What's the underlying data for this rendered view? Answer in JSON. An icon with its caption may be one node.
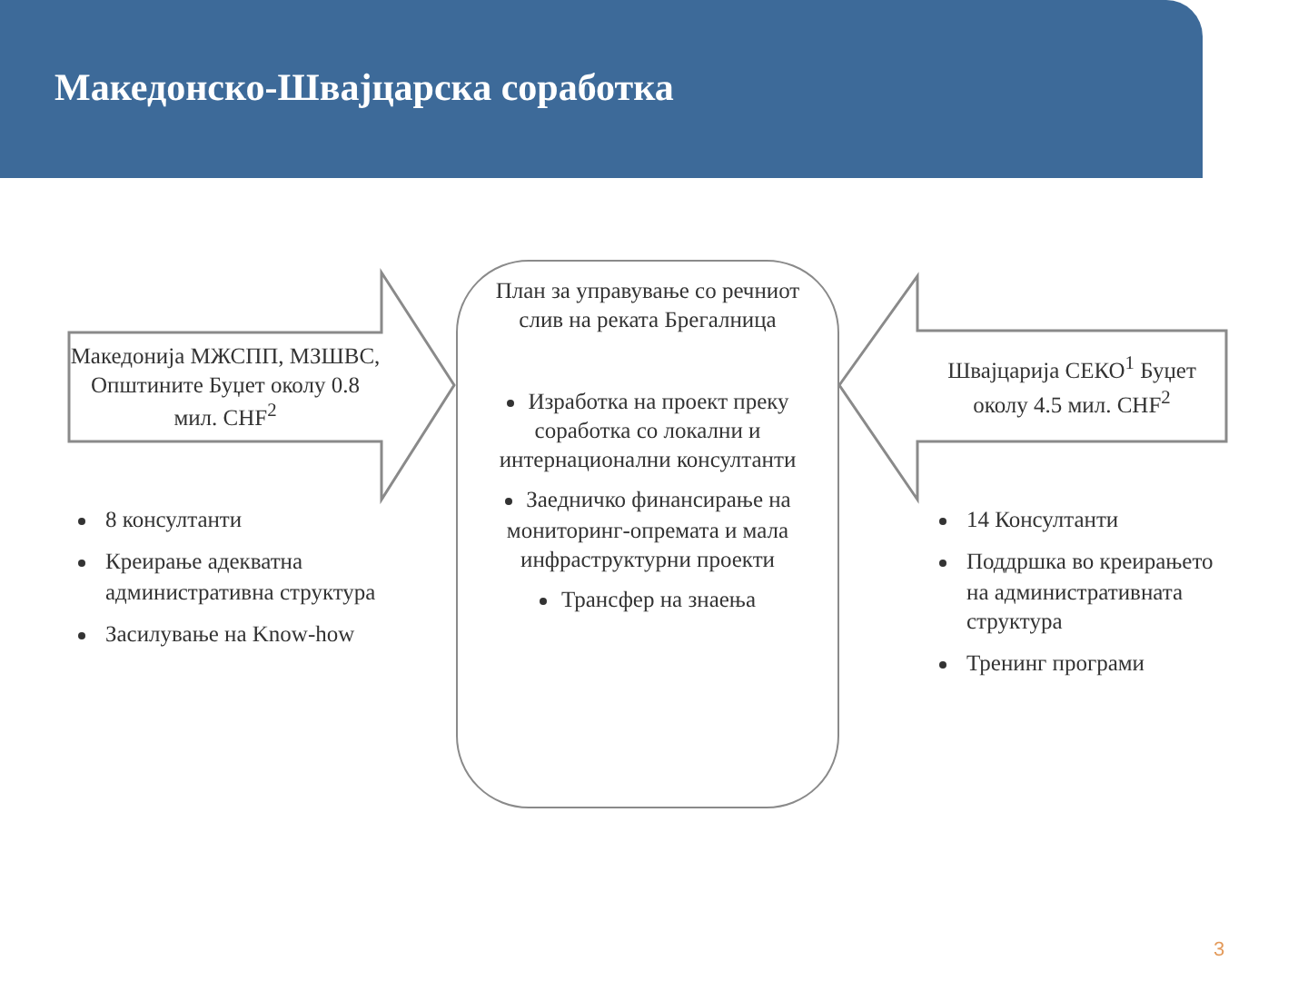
{
  "diagram": {
    "title": "Македонско-Швајцарска соработка",
    "nodes": [
      {
        "text": [
          "Македонија МЖСПП, МЗШВС, Општините Буџет околу 0.8 мил. CHF$^{2}$"
        ],
        "beside": [
          "8 консултанти",
          "Креирање адекватна административна структура",
          "Засилување на Know-how"
        ]
      },
      {
        "text": [
          "План за управување со речниот слив на реката Брегалница",
          "Изработка на проект преку соработка со локални и интернационални консултанти",
          "Заедничко финансирање на мониторинг-опремата и мала инфраструктурни проекти",
          "Трансфер на знаења"
        ]
      },
      {
        "text": [
          "Швајцарија СЕКО$^{1}$ Буџет околу 4.5 мил. CHF$^{2}$"
        ],
        "beside": [
          "14 Консултанти",
          "Поддршка во креирањето на административната структура",
          "Тренинг програми"
        ]
      }
    ],
    "labels": [
      "3"
    ]
  }
}
